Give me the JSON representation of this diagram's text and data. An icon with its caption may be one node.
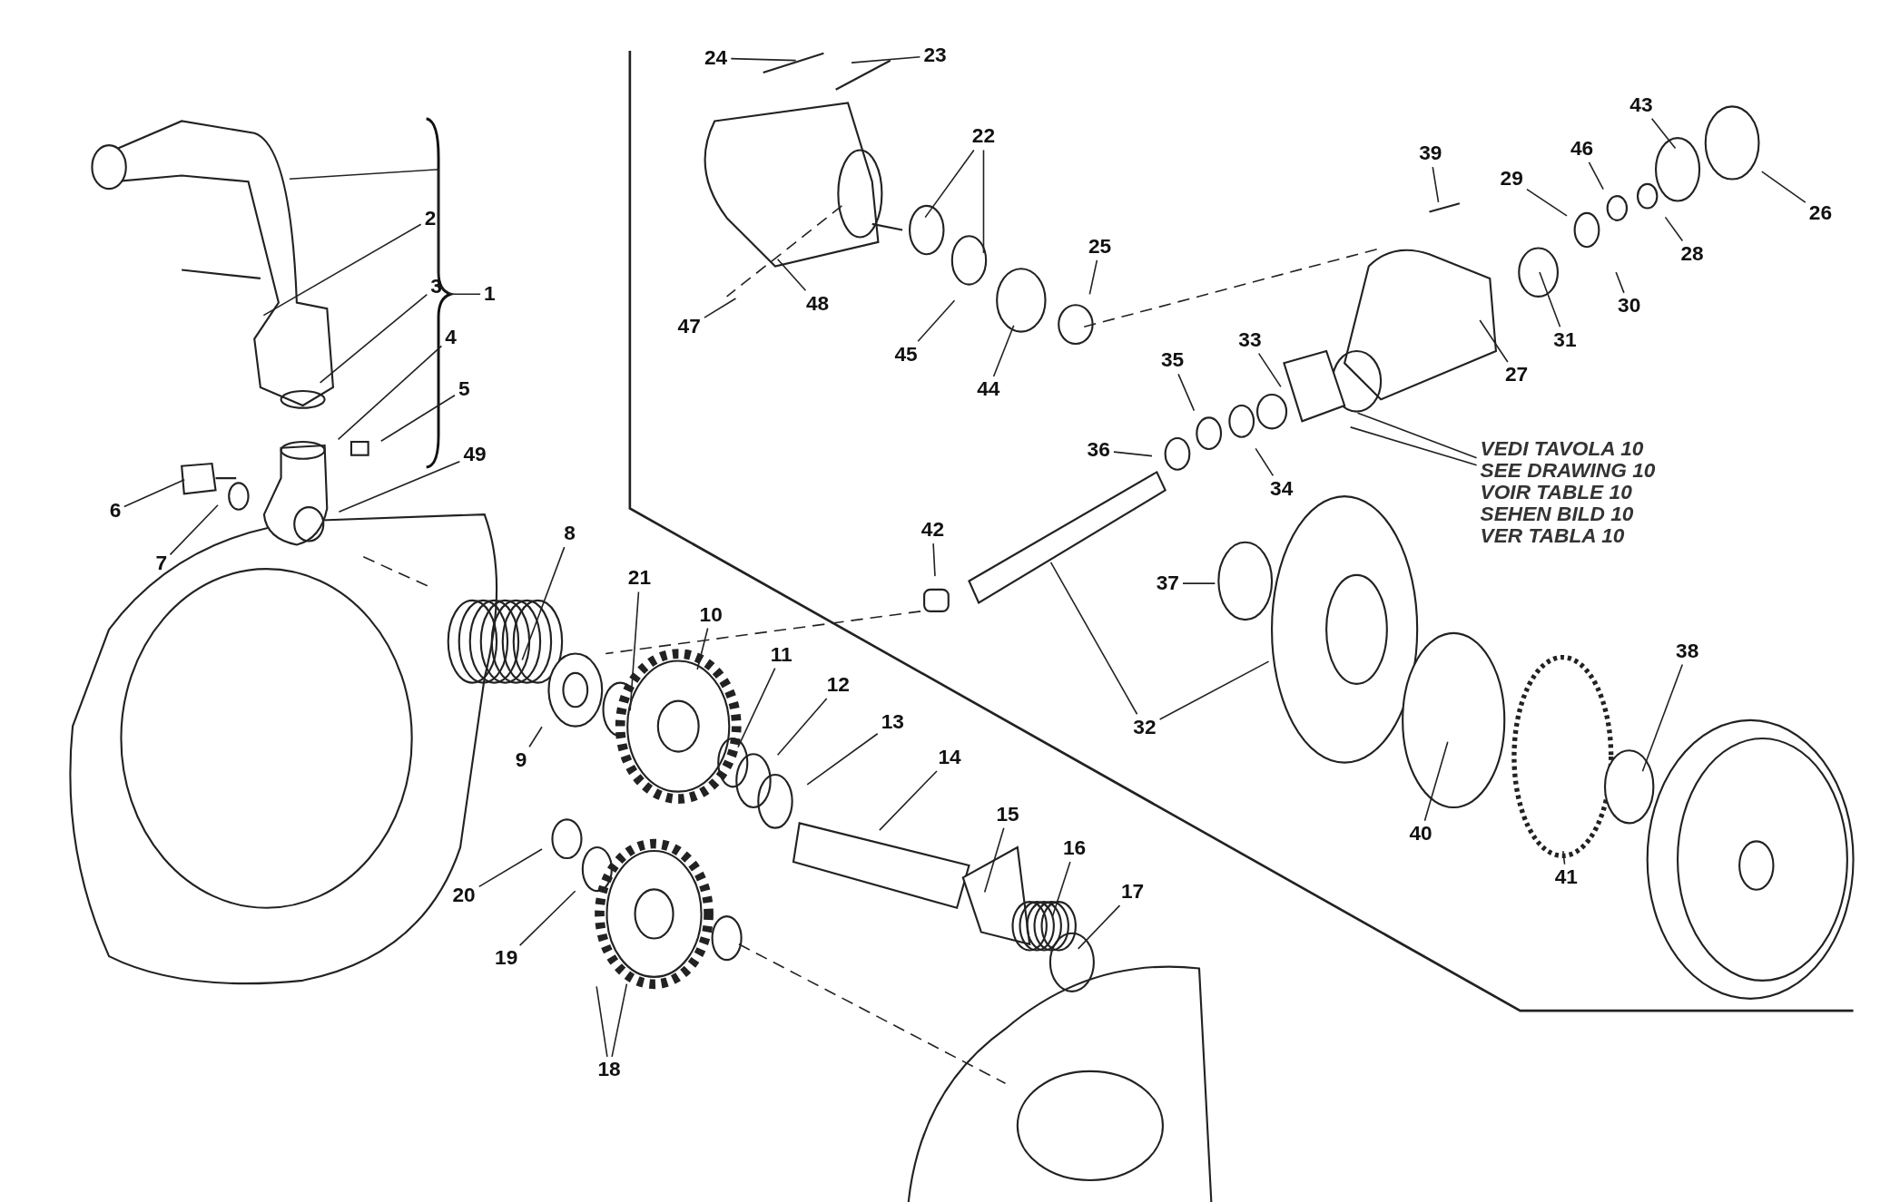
{
  "diagram": {
    "nodes": [
      {
        "text": [
          "1"
        ]
      },
      {
        "text": [
          "2"
        ]
      },
      {
        "text": [
          "3"
        ]
      },
      {
        "text": [
          "4"
        ]
      },
      {
        "text": [
          "5"
        ]
      },
      {
        "text": [
          "6"
        ]
      },
      {
        "text": [
          "7"
        ]
      },
      {
        "text": [
          "8"
        ]
      },
      {
        "text": [
          "9"
        ]
      },
      {
        "text": [
          "10"
        ]
      },
      {
        "text": [
          "11"
        ]
      },
      {
        "text": [
          "12"
        ]
      },
      {
        "text": [
          "13"
        ]
      },
      {
        "text": [
          "14"
        ]
      },
      {
        "text": [
          "15"
        ]
      },
      {
        "text": [
          "16"
        ]
      },
      {
        "text": [
          "17"
        ]
      },
      {
        "text": [
          "18"
        ]
      },
      {
        "text": [
          "19"
        ]
      },
      {
        "text": [
          "20"
        ]
      },
      {
        "text": [
          "21"
        ]
      },
      {
        "text": [
          "22"
        ]
      },
      {
        "text": [
          "23"
        ]
      },
      {
        "text": [
          "24"
        ]
      },
      {
        "text": [
          "25"
        ]
      },
      {
        "text": [
          "26"
        ]
      },
      {
        "text": [
          "27"
        ]
      },
      {
        "text": [
          "28"
        ]
      },
      {
        "text": [
          "29"
        ]
      },
      {
        "text": [
          "30"
        ]
      },
      {
        "text": [
          "31"
        ]
      },
      {
        "text": [
          "32"
        ]
      },
      {
        "text": [
          "33"
        ]
      },
      {
        "text": [
          "34"
        ]
      },
      {
        "text": [
          "35"
        ]
      },
      {
        "text": [
          "36"
        ]
      },
      {
        "text": [
          "37"
        ]
      },
      {
        "text": [
          "38"
        ]
      },
      {
        "text": [
          "39"
        ]
      },
      {
        "text": [
          "40"
        ]
      },
      {
        "text": [
          "41"
        ]
      },
      {
        "text": [
          "42"
        ]
      },
      {
        "text": [
          "43"
        ]
      },
      {
        "text": [
          "44"
        ]
      },
      {
        "text": [
          "45"
        ]
      },
      {
        "text": [
          "46"
        ]
      },
      {
        "text": [
          "47"
        ]
      },
      {
        "text": [
          "48"
        ]
      },
      {
        "text": [
          "49"
        ]
      },
      {
        "text": [
          "VEDI TAVOLA 10",
          "SEE DRAWING 10",
          "VOIR TABLE 10",
          "SEHEN BILD 10",
          "VER TABLA 10"
        ]
      }
    ],
    "edges": [
      {
        "from": 0,
        "to": null,
        "arrow": "none"
      },
      {
        "from": 1,
        "to": null,
        "arrow": "none"
      },
      {
        "from": 2,
        "to": null,
        "arrow": "none"
      },
      {
        "from": 3,
        "to": null,
        "arrow": "none"
      },
      {
        "from": 4,
        "to": null,
        "arrow": "none"
      },
      {
        "from": 5,
        "to": null,
        "arrow": "none"
      },
      {
        "from": 6,
        "to": null,
        "arrow": "none"
      },
      {
        "from": 7,
        "to": null,
        "arrow": "none"
      },
      {
        "from": 8,
        "to": null,
        "arrow": "none"
      },
      {
        "from": 9,
        "to": null,
        "arrow": "none"
      },
      {
        "from": 10,
        "to": null,
        "arrow": "none"
      },
      {
        "from": 11,
        "to": null,
        "arrow": "none"
      },
      {
        "from": 12,
        "to": null,
        "arrow": "none"
      },
      {
        "from": 13,
        "to": null,
        "arrow": "none"
      },
      {
        "from": 14,
        "to": null,
        "arrow": "none"
      },
      {
        "from": 15,
        "to": null,
        "arrow": "none"
      },
      {
        "from": 16,
        "to": null,
        "arrow": "none"
      },
      {
        "from": 17,
        "to": null,
        "arrow": "none"
      },
      {
        "from": 17,
        "to": null,
        "arrow": "none"
      },
      {
        "from": 18,
        "to": null,
        "arrow": "none"
      },
      {
        "from": 19,
        "to": null,
        "arrow": "none"
      },
      {
        "from": 20,
        "to": null,
        "arrow": "none"
      },
      {
        "from": 21,
        "to": null,
        "arrow": "none"
      },
      {
        "from": 21,
        "to": null,
        "arrow": "none"
      },
      {
        "from": 22,
        "to": null,
        "arrow": "none"
      },
      {
        "from": 23,
        "to": null,
        "arrow": "none"
      },
      {
        "from": 24,
        "to": null,
        "arrow": "none"
      },
      {
        "from": 25,
        "to": null,
        "arrow": "none"
      },
      {
        "from": 26,
        "to": null,
        "arrow": "none"
      },
      {
        "from": 27,
        "to": null,
        "arrow": "none"
      },
      {
        "from": 28,
        "to": null,
        "arrow": "none"
      },
      {
        "from": 29,
        "to": null,
        "arrow": "none"
      },
      {
        "from": 30,
        "to": null,
        "arrow": "none"
      },
      {
        "from": 31,
        "to": null,
        "arrow": "none"
      },
      {
        "from": 31,
        "to": null,
        "arrow": "none"
      },
      {
        "from": 32,
        "to": null,
        "arrow": "none"
      },
      {
        "from": 33,
        "to": null,
        "arrow": "none"
      },
      {
        "from": 34,
        "to": null,
        "arrow": "none"
      },
      {
        "from": 35,
        "to": null,
        "arrow": "none"
      },
      {
        "from": 36,
        "to": null,
        "arrow": "none"
      },
      {
        "from": 37,
        "to": null,
        "arrow": "none"
      },
      {
        "from": 38,
        "to": null,
        "arrow": "none"
      },
      {
        "from": 39,
        "to": null,
        "arrow": "none"
      },
      {
        "from": 40,
        "to": null,
        "arrow": "none"
      },
      {
        "from": 41,
        "to": null,
        "arrow": "none"
      },
      {
        "from": 42,
        "to": null,
        "arrow": "none"
      },
      {
        "from": 43,
        "to": null,
        "arrow": "none"
      },
      {
        "from": 44,
        "to": null,
        "arrow": "none"
      },
      {
        "from": 45,
        "to": null,
        "arrow": "none"
      },
      {
        "from": 46,
        "to": null,
        "arrow": "none"
      },
      {
        "from": 47,
        "to": null,
        "arrow": "none"
      },
      {
        "from": 48,
        "to": null,
        "arrow": "none"
      },
      {
        "from": 49,
        "to": null,
        "arrow": "none"
      },
      {
        "from": 49,
        "to": null,
        "arrow": "none"
      }
    ]
  }
}
